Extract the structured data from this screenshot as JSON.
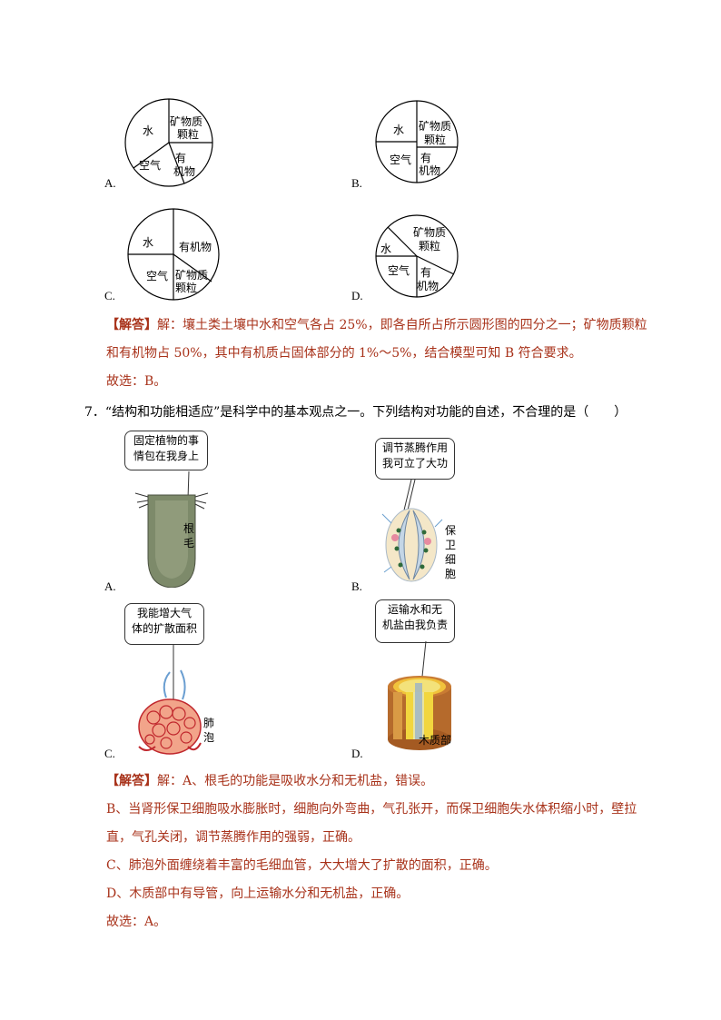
{
  "q6_options": [
    {
      "letter": "A.",
      "labels": {
        "water": "水",
        "mineral_1": "矿物质",
        "mineral_2": "颗粒",
        "air": "空气",
        "organic_1": "有",
        "organic_2": "机物"
      }
    },
    {
      "letter": "B.",
      "labels": {
        "water": "水",
        "mineral_1": "矿物质",
        "mineral_2": "颗粒",
        "air": "空气",
        "organic_1": "有",
        "organic_2": "机物"
      }
    },
    {
      "letter": "C.",
      "labels": {
        "water": "水",
        "organic": "有机物",
        "air": "空气",
        "mineral_1": "矿物质",
        "mineral_2": "颗粒"
      }
    },
    {
      "letter": "D.",
      "labels": {
        "water": "水",
        "mineral_1": "矿物质",
        "mineral_2": "颗粒",
        "air": "空气",
        "organic_1": "有",
        "organic_2": "机物"
      }
    }
  ],
  "q6_answer": {
    "tag": "【解答】",
    "line1": "解：壤土类土壤中水和空气各占 25%，即各自所占所示圆形图的四分之一；矿物质颗粒",
    "line2": "和有机物占 50%，其中有机质占固体部分的 1%～5%，结合模型可知 B 符合要求。",
    "line3": "故选：B。"
  },
  "q7": {
    "stem": "7．“结构和功能相适应”是科学中的基本观点之一。下列结构对功能的自述，不合理的是（　　）",
    "options": [
      {
        "letter": "A.",
        "bubble_1": "固定植物的事",
        "bubble_2": "情包在我身上",
        "side": [
          "根",
          "毛"
        ]
      },
      {
        "letter": "B.",
        "bubble_1": "调节蒸腾作用",
        "bubble_2": "我可立了大功",
        "side": [
          "保",
          "卫",
          "细",
          "胞"
        ]
      },
      {
        "letter": "C.",
        "bubble_1": "我能增大气",
        "bubble_2": "体的扩散面积",
        "side": [
          "肺",
          "泡"
        ]
      },
      {
        "letter": "D.",
        "bubble_1": "运输水和无",
        "bubble_2": "机盐由我负责",
        "side_text": "木质部"
      }
    ]
  },
  "q7_answer": {
    "tag": "【解答】",
    "line1": "解：A、根毛的功能是吸收水分和无机盐，错误。",
    "line2": "B、当肾形保卫细胞吸水膨胀时，细胞向外弯曲，气孔张开，而保卫细胞失水体积缩小时，壁拉",
    "line3": "直，气孔关闭，调节蒸腾作用的强弱，正确。",
    "line4": "C、肺泡外面缠绕着丰富的毛细血管，大大增大了扩散的面积，正确。",
    "line5": "D、木质部中有导管，向上运输水分和无机盐，正确。",
    "line6": "故选：A。"
  }
}
